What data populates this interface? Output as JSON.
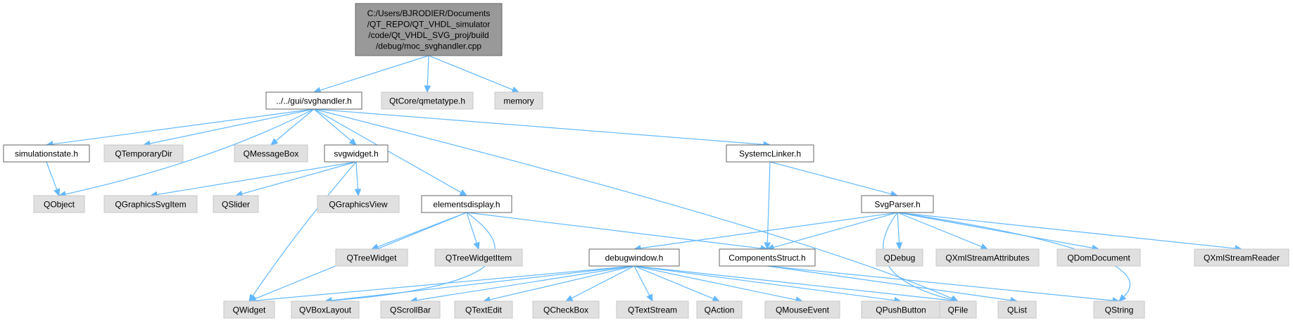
{
  "diagram": {
    "type": "include-dependency-graph",
    "colors": {
      "edge": "#63b8ff",
      "root_fill": "#999999",
      "file_fill": "#ffffff",
      "external_fill": "#e0e0e0"
    },
    "nodes": [
      {
        "id": "root",
        "kind": "root",
        "lines": [
          "C:/Users/BJRODIER/Documents",
          "/QT_REPO/QT_VHDL_simulator",
          "/code/Qt_VHDL_SVG_proj/build",
          "/debug/moc_svghandler.cpp"
        ]
      },
      {
        "id": "svghandler",
        "kind": "file",
        "lines": [
          "../../gui/svghandler.h"
        ]
      },
      {
        "id": "qmetatype",
        "kind": "external",
        "lines": [
          "QtCore/qmetatype.h"
        ]
      },
      {
        "id": "memory",
        "kind": "external",
        "lines": [
          "memory"
        ]
      },
      {
        "id": "simulationstate",
        "kind": "file",
        "lines": [
          "simulationstate.h"
        ]
      },
      {
        "id": "qtemporarydir",
        "kind": "external",
        "lines": [
          "QTemporaryDir"
        ]
      },
      {
        "id": "qmessagebox",
        "kind": "external",
        "lines": [
          "QMessageBox"
        ]
      },
      {
        "id": "svgwidget",
        "kind": "file",
        "lines": [
          "svgwidget.h"
        ]
      },
      {
        "id": "systemclinker",
        "kind": "file",
        "lines": [
          "SystemcLinker.h"
        ]
      },
      {
        "id": "qobject",
        "kind": "external",
        "lines": [
          "QObject"
        ]
      },
      {
        "id": "qgraphicssvgitem",
        "kind": "external",
        "lines": [
          "QGraphicsSvgItem"
        ]
      },
      {
        "id": "qslider",
        "kind": "external",
        "lines": [
          "QSlider"
        ]
      },
      {
        "id": "qgraphicsview",
        "kind": "external",
        "lines": [
          "QGraphicsView"
        ]
      },
      {
        "id": "elementsdisplay",
        "kind": "file",
        "lines": [
          "elementsdisplay.h"
        ]
      },
      {
        "id": "svgparser",
        "kind": "file",
        "lines": [
          "SvgParser.h"
        ]
      },
      {
        "id": "qtreewidget",
        "kind": "external",
        "lines": [
          "QTreeWidget"
        ]
      },
      {
        "id": "qtreewidgetitem",
        "kind": "external",
        "lines": [
          "QTreeWidgetItem"
        ]
      },
      {
        "id": "debugwindow",
        "kind": "file",
        "lines": [
          "debugwindow.h"
        ]
      },
      {
        "id": "componentsstruct",
        "kind": "file",
        "lines": [
          "ComponentsStruct.h"
        ]
      },
      {
        "id": "qdebug",
        "kind": "external",
        "lines": [
          "QDebug"
        ]
      },
      {
        "id": "qxmlstreamattributes",
        "kind": "external",
        "lines": [
          "QXmlStreamAttributes"
        ]
      },
      {
        "id": "qdomdocument",
        "kind": "external",
        "lines": [
          "QDomDocument"
        ]
      },
      {
        "id": "qxmlstreamreader",
        "kind": "external",
        "lines": [
          "QXmlStreamReader"
        ]
      },
      {
        "id": "qwidget",
        "kind": "external",
        "lines": [
          "QWidget"
        ]
      },
      {
        "id": "qvboxlayout",
        "kind": "external",
        "lines": [
          "QVBoxLayout"
        ]
      },
      {
        "id": "qscrollbar",
        "kind": "external",
        "lines": [
          "QScrollBar"
        ]
      },
      {
        "id": "qtextedit",
        "kind": "external",
        "lines": [
          "QTextEdit"
        ]
      },
      {
        "id": "qcheckbox",
        "kind": "external",
        "lines": [
          "QCheckBox"
        ]
      },
      {
        "id": "qtextstream",
        "kind": "external",
        "lines": [
          "QTextStream"
        ]
      },
      {
        "id": "qaction",
        "kind": "external",
        "lines": [
          "QAction"
        ]
      },
      {
        "id": "qmouseevent",
        "kind": "external",
        "lines": [
          "QMouseEvent"
        ]
      },
      {
        "id": "qpushbutton",
        "kind": "external",
        "lines": [
          "QPushButton"
        ]
      },
      {
        "id": "qfile",
        "kind": "external",
        "lines": [
          "QFile"
        ]
      },
      {
        "id": "qlist",
        "kind": "external",
        "lines": [
          "QList"
        ]
      },
      {
        "id": "qstring",
        "kind": "external",
        "lines": [
          "QString"
        ]
      }
    ],
    "edges": [
      [
        "root",
        "svghandler"
      ],
      [
        "root",
        "qmetatype"
      ],
      [
        "root",
        "memory"
      ],
      [
        "svghandler",
        "simulationstate"
      ],
      [
        "svghandler",
        "qtemporarydir"
      ],
      [
        "svghandler",
        "qobject"
      ],
      [
        "svghandler",
        "qmessagebox"
      ],
      [
        "svghandler",
        "svgwidget"
      ],
      [
        "svghandler",
        "elementsdisplay"
      ],
      [
        "svghandler",
        "qfile"
      ],
      [
        "svghandler",
        "systemclinker"
      ],
      [
        "simulationstate",
        "qobject"
      ],
      [
        "svgwidget",
        "qgraphicssvgitem"
      ],
      [
        "svgwidget",
        "qslider"
      ],
      [
        "svgwidget",
        "qgraphicsview"
      ],
      [
        "svgwidget",
        "qwidget"
      ],
      [
        "systemclinker",
        "componentsstruct"
      ],
      [
        "systemclinker",
        "svgparser"
      ],
      [
        "elementsdisplay",
        "qwidget"
      ],
      [
        "elementsdisplay",
        "qtreewidget"
      ],
      [
        "elementsdisplay",
        "qtreewidgetitem"
      ],
      [
        "elementsdisplay",
        "qvboxlayout"
      ],
      [
        "elementsdisplay",
        "componentsstruct"
      ],
      [
        "svgparser",
        "debugwindow"
      ],
      [
        "svgparser",
        "componentsstruct"
      ],
      [
        "svgparser",
        "qdebug"
      ],
      [
        "svgparser",
        "qxmlstreamattributes"
      ],
      [
        "svgparser",
        "qdomdocument"
      ],
      [
        "svgparser",
        "qxmlstreamreader"
      ],
      [
        "svgparser",
        "qfile"
      ],
      [
        "svgparser",
        "qstring"
      ],
      [
        "debugwindow",
        "qwidget"
      ],
      [
        "debugwindow",
        "qvboxlayout"
      ],
      [
        "debugwindow",
        "qscrollbar"
      ],
      [
        "debugwindow",
        "qtextedit"
      ],
      [
        "debugwindow",
        "qcheckbox"
      ],
      [
        "debugwindow",
        "qtextstream"
      ],
      [
        "debugwindow",
        "qaction"
      ],
      [
        "debugwindow",
        "qmouseevent"
      ],
      [
        "debugwindow",
        "qpushbutton"
      ],
      [
        "debugwindow",
        "qfile"
      ],
      [
        "componentsstruct",
        "qlist"
      ],
      [
        "componentsstruct",
        "qstring"
      ]
    ]
  }
}
